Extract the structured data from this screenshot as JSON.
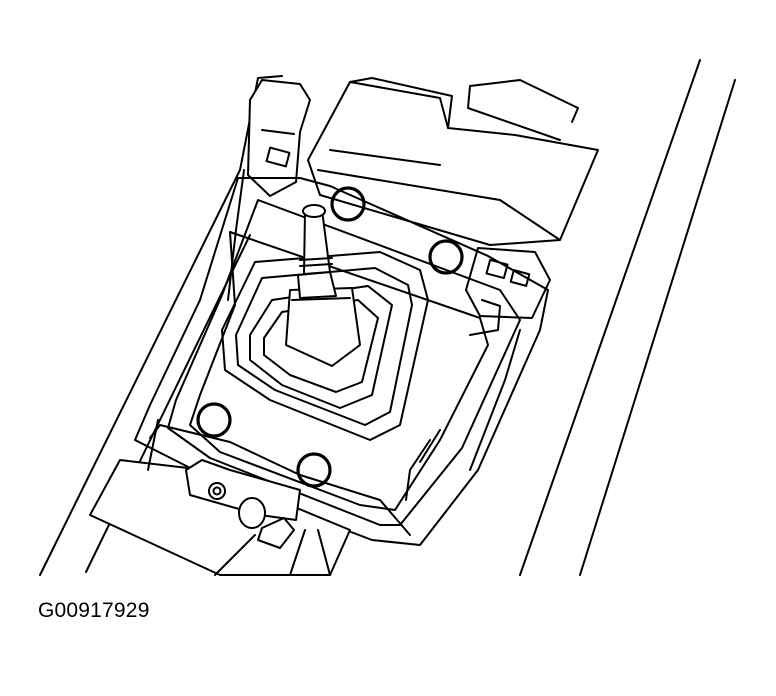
{
  "figure": {
    "id_label": "G00917929",
    "line_color": "#000000",
    "background_color": "#ffffff"
  },
  "markers": {
    "count": 4,
    "description": "bolt-locations"
  }
}
